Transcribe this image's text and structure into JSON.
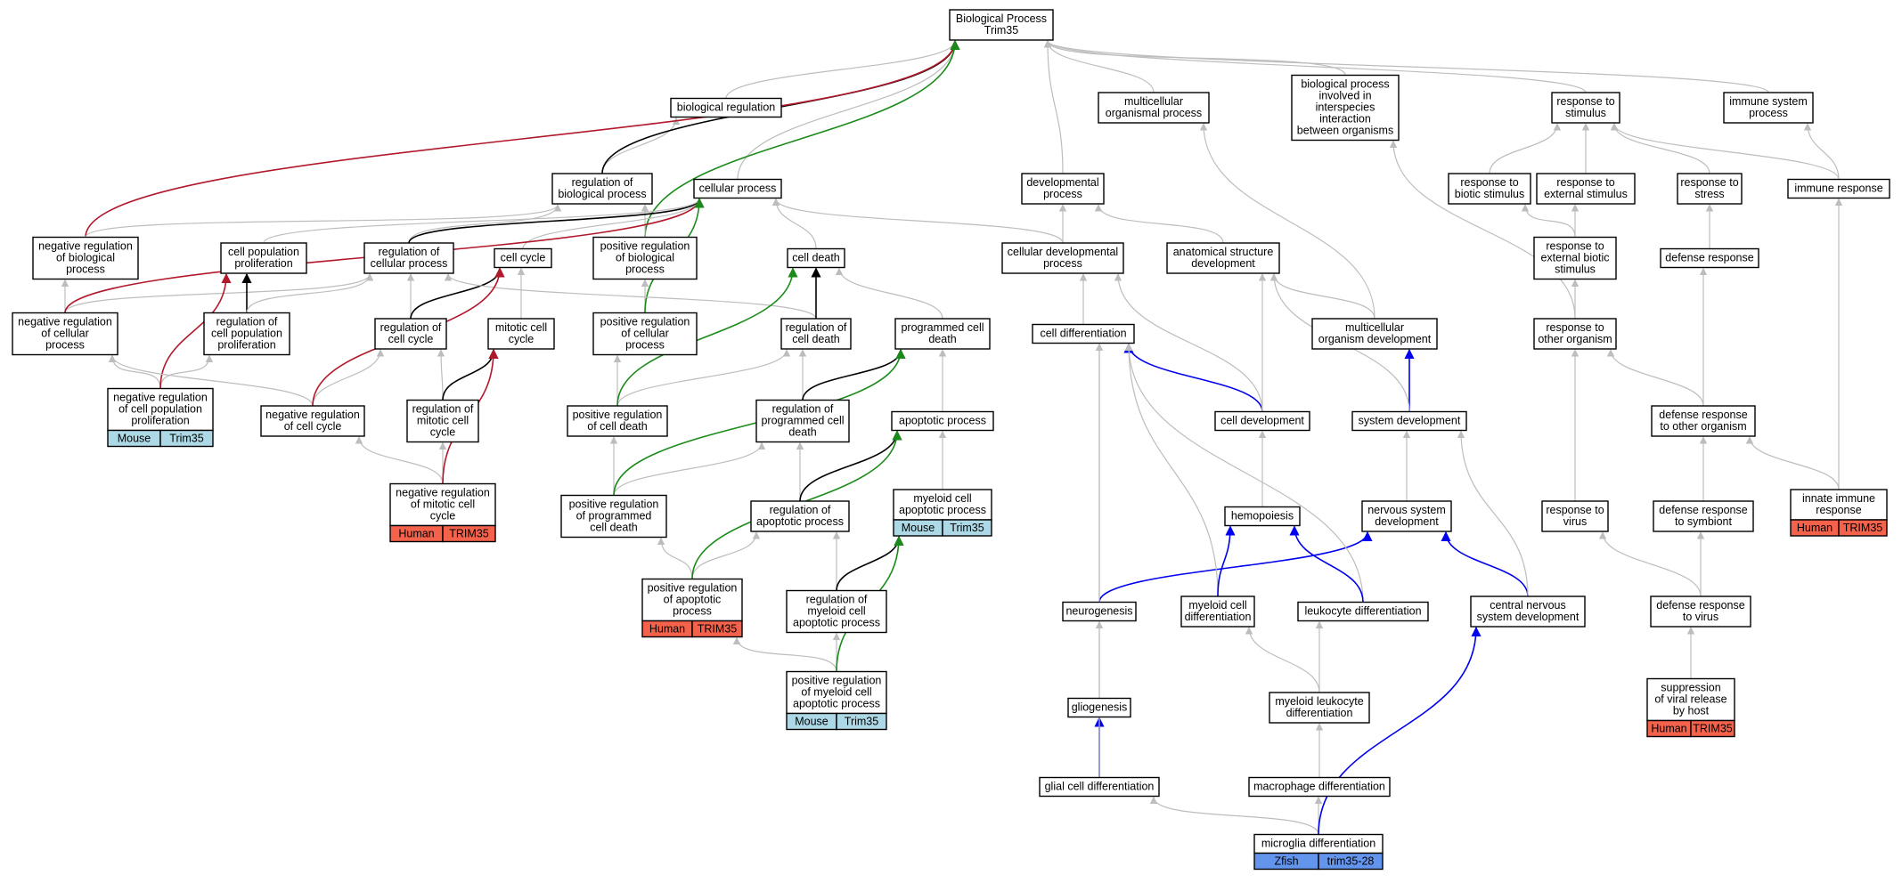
{
  "colors": {
    "gray_edge": "#bdbdbd",
    "black_edge": "#000000",
    "red_edge": "#b2182b",
    "green_edge": "#1a8a1a",
    "blue_edge": "#0000ee",
    "mouse_fill": "#add8e6",
    "human_fill": "#f4624c",
    "zfish_fill": "#6495ed"
  },
  "nodes": {
    "bp_root": [
      "Biological Process",
      "Trim35"
    ],
    "biological_regulation": [
      "biological regulation"
    ],
    "multicellular_organismal_process": [
      "multicellular",
      "organismal process"
    ],
    "bp_interspecies": [
      "biological process",
      "involved in",
      "interspecies",
      "interaction",
      "between organisms"
    ],
    "response_to_stimulus": [
      "response to",
      "stimulus"
    ],
    "immune_system_process": [
      "immune system",
      "process"
    ],
    "regulation_of_biological_process": [
      "regulation of",
      "biological process"
    ],
    "cellular_process": [
      "cellular process"
    ],
    "developmental_process": [
      "developmental",
      "process"
    ],
    "response_to_biotic_stimulus": [
      "response to",
      "biotic stimulus"
    ],
    "response_to_external_stimulus": [
      "response to",
      "external stimulus"
    ],
    "response_to_stress": [
      "response to",
      "stress"
    ],
    "immune_response": [
      "immune response"
    ],
    "negative_regulation_of_biological_process": [
      "negative regulation",
      "of biological",
      "process"
    ],
    "cell_population_proliferation": [
      "cell population",
      "proliferation"
    ],
    "regulation_of_cellular_process": [
      "regulation of",
      "cellular process"
    ],
    "cell_cycle": [
      "cell cycle"
    ],
    "positive_regulation_of_biological_process": [
      "positive regulation",
      "of biological",
      "process"
    ],
    "cell_death": [
      "cell death"
    ],
    "cellular_developmental_process": [
      "cellular developmental",
      "process"
    ],
    "anatomical_structure_development": [
      "anatomical structure",
      "development"
    ],
    "response_to_external_biotic_stimulus": [
      "response to",
      "external biotic",
      "stimulus"
    ],
    "defense_response": [
      "defense response"
    ],
    "negative_regulation_of_cellular_process": [
      "negative regulation",
      "of cellular",
      "process"
    ],
    "regulation_of_cell_population_proliferation": [
      "regulation of",
      "cell population",
      "proliferation"
    ],
    "regulation_of_cell_cycle": [
      "regulation of",
      "cell cycle"
    ],
    "mitotic_cell_cycle": [
      "mitotic cell",
      "cycle"
    ],
    "positive_regulation_of_cellular_process": [
      "positive regulation",
      "of cellular",
      "process"
    ],
    "regulation_of_cell_death": [
      "regulation of",
      "cell death"
    ],
    "programmed_cell_death": [
      "programmed cell",
      "death"
    ],
    "cell_differentiation": [
      "cell differentiation"
    ],
    "multicellular_organism_development": [
      "multicellular",
      "organism development"
    ],
    "response_to_other_organism": [
      "response to",
      "other organism"
    ],
    "negative_regulation_of_cell_population_proliferation": [
      "negative regulation",
      "of cell population",
      "proliferation"
    ],
    "negative_regulation_of_cell_cycle": [
      "negative regulation",
      "of cell cycle"
    ],
    "regulation_of_mitotic_cell_cycle": [
      "regulation of",
      "mitotic cell",
      "cycle"
    ],
    "positive_regulation_of_cell_death": [
      "positive regulation",
      "of cell death"
    ],
    "regulation_of_programmed_cell_death": [
      "regulation of",
      "programmed cell",
      "death"
    ],
    "apoptotic_process": [
      "apoptotic process"
    ],
    "cell_development": [
      "cell development"
    ],
    "system_development": [
      "system development"
    ],
    "defense_response_to_other_organism": [
      "defense response",
      "to other organism"
    ],
    "negative_regulation_of_mitotic_cell_cycle": [
      "negative regulation",
      "of mitotic cell",
      "cycle"
    ],
    "positive_regulation_of_programmed_cell_death": [
      "positive regulation",
      "of programmed",
      "cell death"
    ],
    "regulation_of_apoptotic_process": [
      "regulation of",
      "apoptotic process"
    ],
    "myeloid_cell_apoptotic_process": [
      "myeloid cell",
      "apoptotic process"
    ],
    "hemopoiesis": [
      "hemopoiesis"
    ],
    "nervous_system_development": [
      "nervous system",
      "development"
    ],
    "response_to_virus": [
      "response to",
      "virus"
    ],
    "defense_response_to_symbiont": [
      "defense response",
      "to symbiont"
    ],
    "innate_immune_response": [
      "innate immune",
      "response"
    ],
    "positive_regulation_of_apoptotic_process": [
      "positive regulation",
      "of apoptotic",
      "process"
    ],
    "regulation_of_myeloid_cell_apoptotic_process": [
      "regulation of",
      "myeloid cell",
      "apoptotic process"
    ],
    "neurogenesis": [
      "neurogenesis"
    ],
    "myeloid_cell_differentiation": [
      "myeloid cell",
      "differentiation"
    ],
    "leukocyte_differentiation": [
      "leukocyte differentiation"
    ],
    "central_nervous_system_development": [
      "central nervous",
      "system development"
    ],
    "defense_response_to_virus": [
      "defense response",
      "to virus"
    ],
    "positive_regulation_of_myeloid_cell_apoptotic_process": [
      "positive regulation",
      "of myeloid cell",
      "apoptotic process"
    ],
    "gliogenesis": [
      "gliogenesis"
    ],
    "myeloid_leukocyte_differentiation": [
      "myeloid leukocyte",
      "differentiation"
    ],
    "suppression_of_viral_release_by_host": [
      "suppression",
      "of viral release",
      "by host"
    ],
    "glial_cell_differentiation": [
      "glial cell differentiation"
    ],
    "macrophage_differentiation": [
      "macrophage differentiation"
    ],
    "microglia_differentiation": [
      "microglia differentiation"
    ]
  },
  "annotations": {
    "negative_regulation_of_cell_population_proliferation": [
      "Mouse",
      "Trim35"
    ],
    "negative_regulation_of_mitotic_cell_cycle": [
      "Human",
      "TRIM35"
    ],
    "myeloid_cell_apoptotic_process": [
      "Mouse",
      "Trim35"
    ],
    "positive_regulation_of_apoptotic_process": [
      "Human",
      "TRIM35"
    ],
    "positive_regulation_of_myeloid_cell_apoptotic_process": [
      "Mouse",
      "Trim35"
    ],
    "innate_immune_response": [
      "Human",
      "TRIM35"
    ],
    "suppression_of_viral_release_by_host": [
      "Human",
      "TRIM35"
    ],
    "microglia_differentiation": [
      "Zfish",
      "trim35-28"
    ]
  }
}
